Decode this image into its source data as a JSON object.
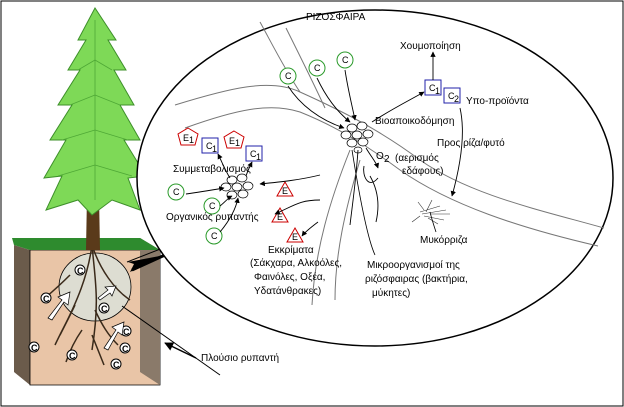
{
  "title": "ΡΙΖΟΣΦΑΙΡΑ",
  "labels": {
    "humification": "Χουμοποίηση",
    "byproducts": "Υπο-προϊόντα",
    "biodegradation": "Βιοαποικοδόμηση",
    "to_root": "Προς ρίζα/φυτό",
    "o2": "O",
    "o2_sub": "2",
    "aeration_1": "(αερισμός",
    "aeration_2": "εδάφους)",
    "cometabolism": "Συμμεταβολισμός",
    "organic_pollutant": "Οργανικός ρυπαντής",
    "mycorrhiza": "Μυκόρριζα",
    "exudates_1": "Εκκρίματα",
    "exudates_2": "(Σάκχαρα, Αλκοόλες,",
    "exudates_3": "Φαινόλες, Οξέα,",
    "exudates_4": "Υδατάνθρακες)",
    "microbes_1": "Μικροοργανισμοί της",
    "microbes_2": "ριζόσφαιρας (βακτήρια,",
    "microbes_3": "μύκητες)",
    "rich_pollutant": "Πλούσιο ρυπαντή"
  },
  "symbols": {
    "c": "C",
    "e": "E",
    "c1": "C",
    "c1_sub": "1",
    "c2": "C",
    "c2_sub": "2",
    "e1": "E",
    "e1_sub": "1"
  },
  "colors": {
    "c_circle_border": "#2a9a2a",
    "e_triangle": "#cc0000",
    "e_pentagon": "#cc0000",
    "c_box": "#2222aa",
    "tree_foliage": "#7ed957",
    "trunk": "#5a3a1a",
    "grass": "#2e8b2e",
    "soil_top": "#e9c5a7",
    "soil_side": "#8a7a6a",
    "root_zone": "#d8d8cc"
  }
}
